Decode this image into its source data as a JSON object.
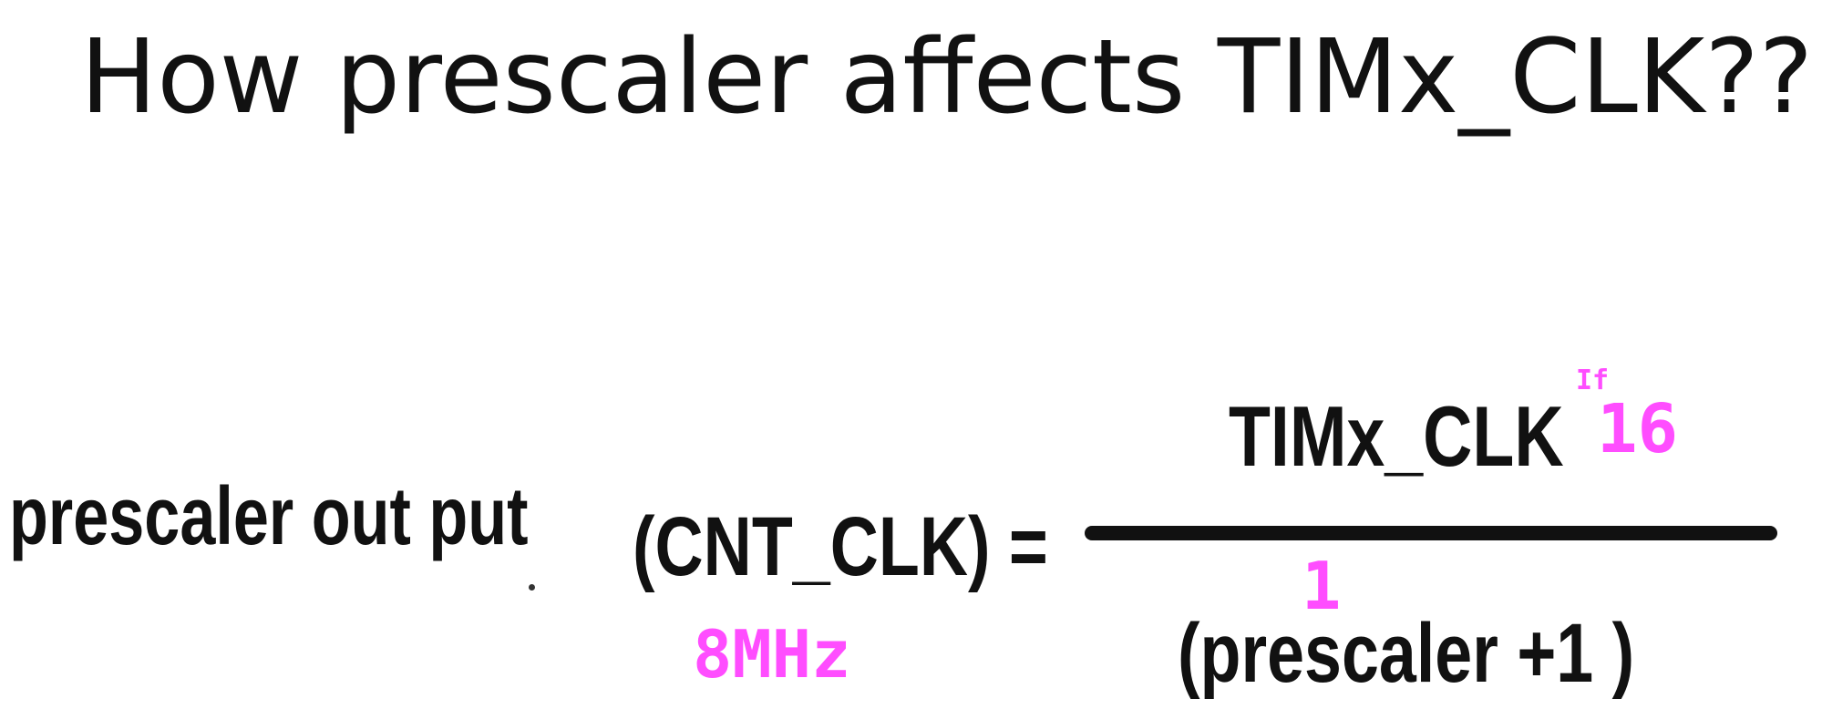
{
  "slide": {
    "title": "How prescaler affects TIMx_CLK??"
  },
  "formula": {
    "lhs_label": "prescaler out put",
    "lhs_symbol": "(CNT_CLK) =",
    "numerator": "TIMx_CLK",
    "denominator": "(prescaler +1 )"
  },
  "annotations": {
    "color": "#ff4dff",
    "if_label": "If",
    "timx_value": "16",
    "prescaler_value": "1",
    "cnt_clk_value": "8MHz"
  }
}
